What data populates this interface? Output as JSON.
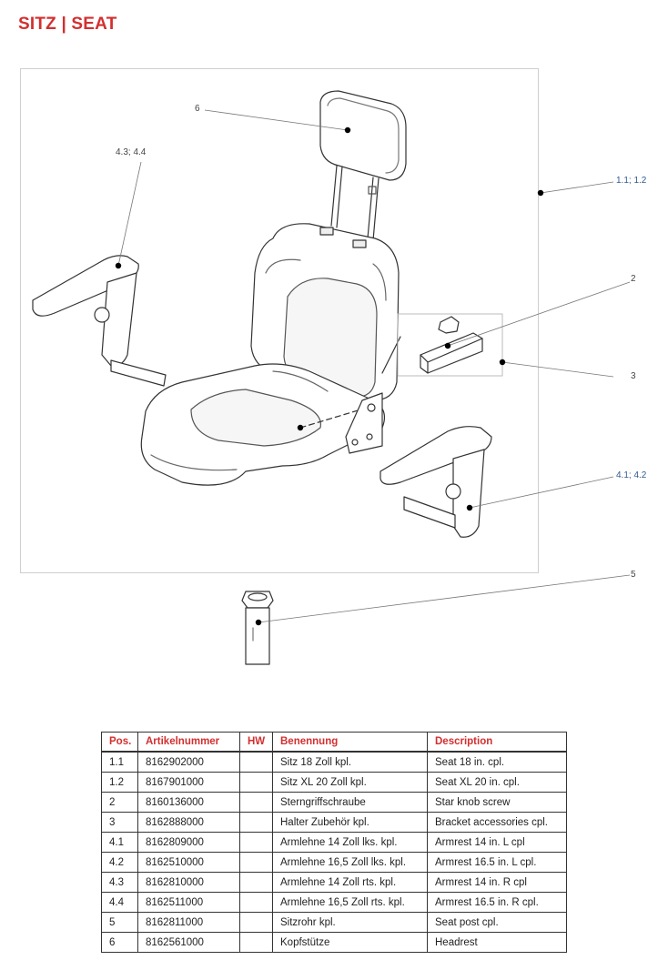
{
  "header": {
    "title": "SITZ  |  SEAT"
  },
  "diagram": {
    "callouts": [
      {
        "id": "6",
        "text": "6"
      },
      {
        "id": "4.3",
        "text": "4.3; 4.4"
      },
      {
        "id": "1.1",
        "text": "1.1; 1.2"
      },
      {
        "id": "2",
        "text": "2"
      },
      {
        "id": "3",
        "text": "3"
      },
      {
        "id": "4.1",
        "text": "4.1; 4.2"
      },
      {
        "id": "5",
        "text": "5"
      }
    ]
  },
  "table": {
    "columns": [
      "Pos.",
      "Artikelnummer",
      "HW",
      "Benennung",
      "Description"
    ],
    "rows": [
      {
        "pos": "1.1",
        "article": "8162902000",
        "hw": "",
        "name_de": "Sitz 18 Zoll kpl.",
        "desc_en": "Seat 18 in. cpl."
      },
      {
        "pos": "1.2",
        "article": "8167901000",
        "hw": "",
        "name_de": "Sitz XL 20 Zoll kpl.",
        "desc_en": "Seat XL 20 in. cpl."
      },
      {
        "pos": "2",
        "article": "8160136000",
        "hw": "",
        "name_de": "Sterngriffschraube",
        "desc_en": "Star knob screw"
      },
      {
        "pos": "3",
        "article": "8162888000",
        "hw": "",
        "name_de": "Halter Zubehör kpl.",
        "desc_en": "Bracket accessories cpl."
      },
      {
        "pos": "4.1",
        "article": "8162809000",
        "hw": "",
        "name_de": "Armlehne 14 Zoll lks. kpl.",
        "desc_en": "Armrest 14 in. L cpl"
      },
      {
        "pos": "4.2",
        "article": "8162510000",
        "hw": "",
        "name_de": "Armlehne 16,5 Zoll lks. kpl.",
        "desc_en": "Armrest 16.5 in. L cpl."
      },
      {
        "pos": "4.3",
        "article": "8162810000",
        "hw": "",
        "name_de": "Armlehne 14 Zoll rts. kpl.",
        "desc_en": "Armrest 14 in. R cpl"
      },
      {
        "pos": "4.4",
        "article": "8162511000",
        "hw": "",
        "name_de": "Armlehne 16,5 Zoll rts. kpl.",
        "desc_en": "Armrest 16.5 in. R cpl."
      },
      {
        "pos": "5",
        "article": "8162811000",
        "hw": "",
        "name_de": "Sitzrohr kpl.",
        "desc_en": "Seat post cpl."
      },
      {
        "pos": "6",
        "article": "8162561000",
        "hw": "",
        "name_de": "Kopfstütze",
        "desc_en": "Headrest"
      }
    ]
  }
}
